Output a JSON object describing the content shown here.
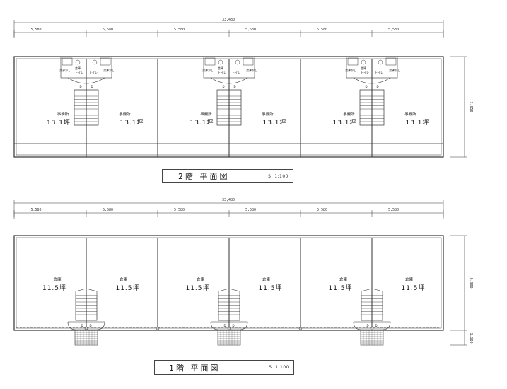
{
  "upper": {
    "overall_dim": "33,480",
    "bay_dims": [
      "5,580",
      "5,580",
      "5,580",
      "5,580",
      "5,580",
      "5,580"
    ],
    "height_dim": "7,050",
    "room_label": "事務所",
    "area_label": "13.1坪",
    "sink_label": "湯沸かし",
    "wc_label": "トイレ",
    "store_label": "倉庫",
    "door_label": "D",
    "title": "2階  平面図",
    "scale": "S. 1:100"
  },
  "lower": {
    "overall_dim": "33,480",
    "bay_dims": [
      "5,580",
      "5,580",
      "5,580",
      "5,580",
      "5,580",
      "5,580"
    ],
    "height_dim": "6,900",
    "step_dim": "1,100",
    "room_label": "倉庫",
    "area_label": "11.5坪",
    "title": "1階  平面図",
    "scale": "S. 1:100"
  }
}
